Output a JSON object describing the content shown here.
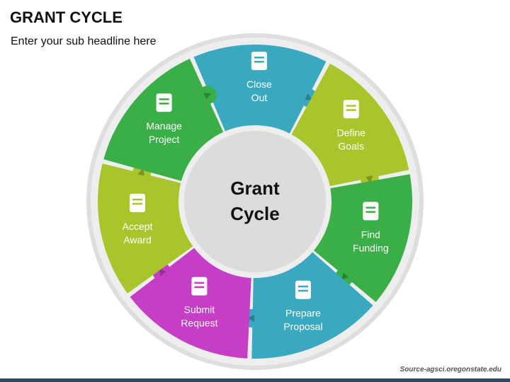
{
  "header": {
    "title": "GRANT CYCLE",
    "subtitle": "Enter your sub headline here"
  },
  "center": {
    "line1": "Grant",
    "line2": "Cycle"
  },
  "segments": [
    {
      "line1": "Close",
      "line2": "Out",
      "color": "#3aa9bf",
      "icon": "exit-arrow-icon"
    },
    {
      "line1": "Define",
      "line2": "Goals",
      "color": "#a8c52b",
      "icon": "target-icon"
    },
    {
      "line1": "Find",
      "line2": "Funding",
      "color": "#3aaf48",
      "icon": "money-bag-icon"
    },
    {
      "line1": "Prepare",
      "line2": "Proposal",
      "color": "#3aa9bf",
      "icon": "document-hand-icon"
    },
    {
      "line1": "Submit",
      "line2": "Request",
      "color": "#c63dc6",
      "icon": "document-clock-icon"
    },
    {
      "line1": "Accept",
      "line2": "Award",
      "color": "#a8c52b",
      "icon": "award-ribbon-icon"
    },
    {
      "line1": "Manage",
      "line2": "Project",
      "color": "#3aaf48",
      "icon": "clipboard-gear-icon"
    }
  ],
  "footer": {
    "source": "Source-agsci.oregonstate.edu"
  }
}
